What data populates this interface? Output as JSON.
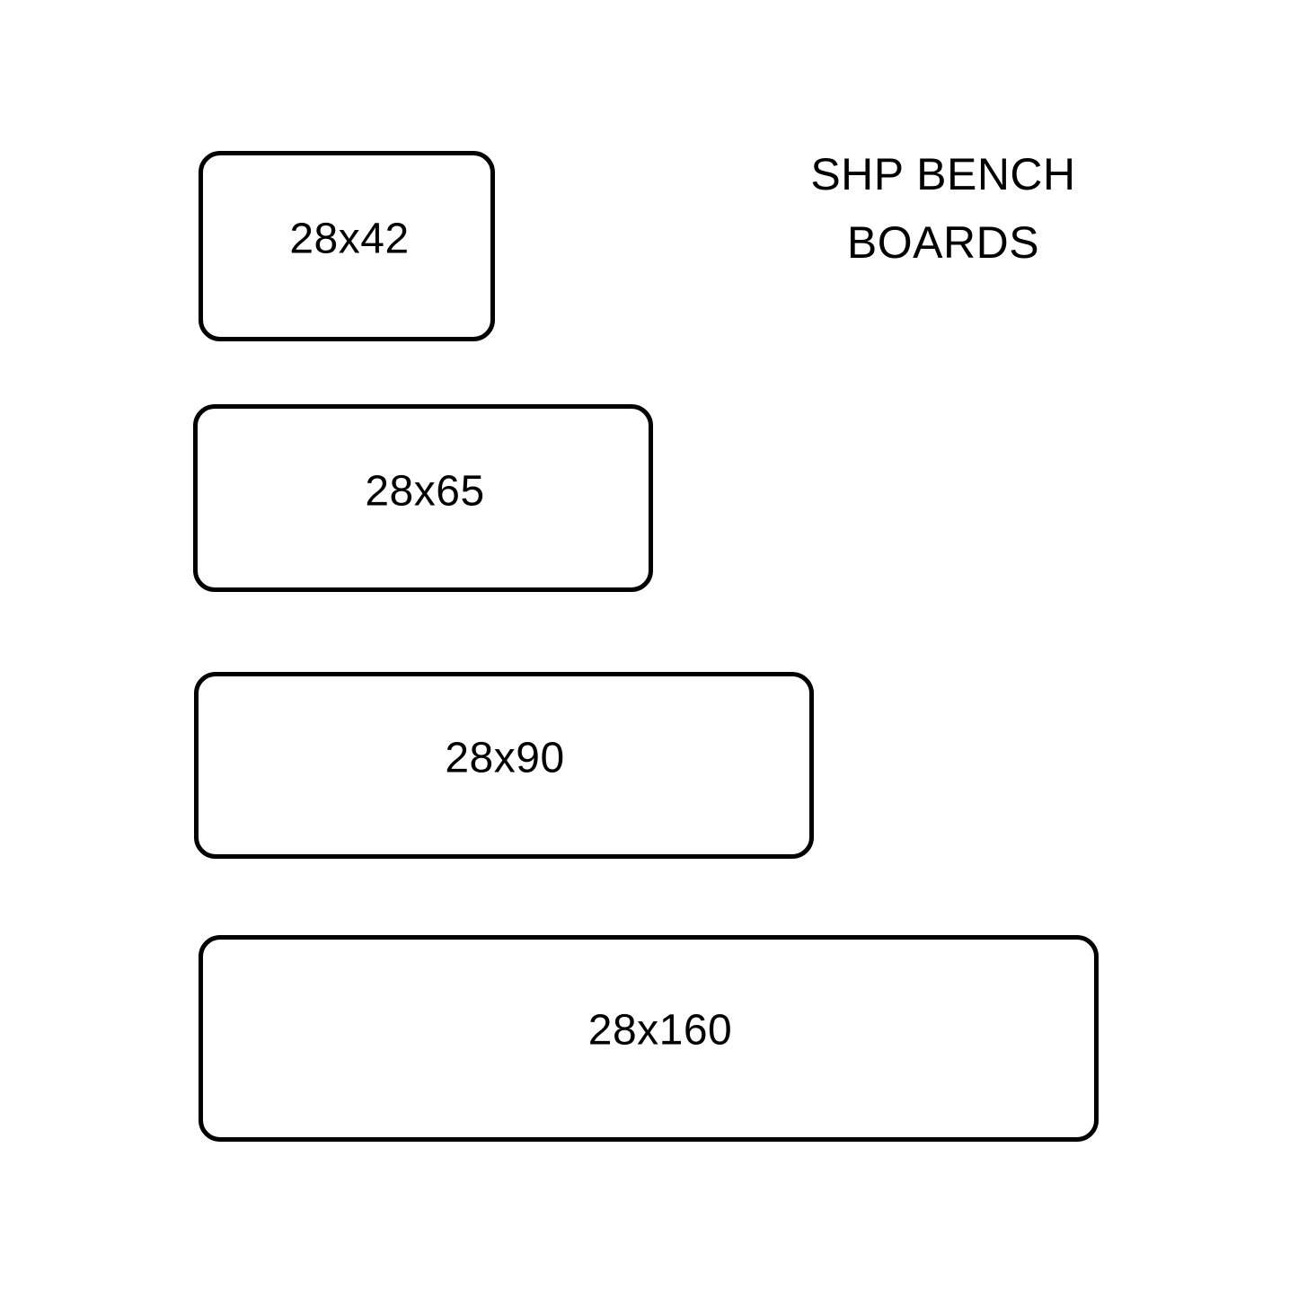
{
  "page": {
    "background_color": "#ffffff",
    "ink_color": "#000000"
  },
  "title": {
    "line1": "SHP BENCH",
    "line2": "BOARDS"
  },
  "boards": [
    {
      "label": "28x42",
      "thickness_mm": 28,
      "width_mm": 42
    },
    {
      "label": "28x65",
      "thickness_mm": 28,
      "width_mm": 65
    },
    {
      "label": "28x90",
      "thickness_mm": 28,
      "width_mm": 90
    },
    {
      "label": "28x160",
      "thickness_mm": 28,
      "width_mm": 160
    }
  ],
  "chart_data": {
    "type": "bar",
    "title": "SHP BENCH BOARDS",
    "categories": [
      "28x42",
      "28x65",
      "28x90",
      "28x160"
    ],
    "values": [
      42,
      65,
      90,
      160
    ],
    "xlabel": "",
    "ylabel": "",
    "orientation": "horizontal",
    "legend": "none",
    "grid": false,
    "note": "Scaled outlines of board cross-sections; bar length is proportional to board width in mm"
  }
}
